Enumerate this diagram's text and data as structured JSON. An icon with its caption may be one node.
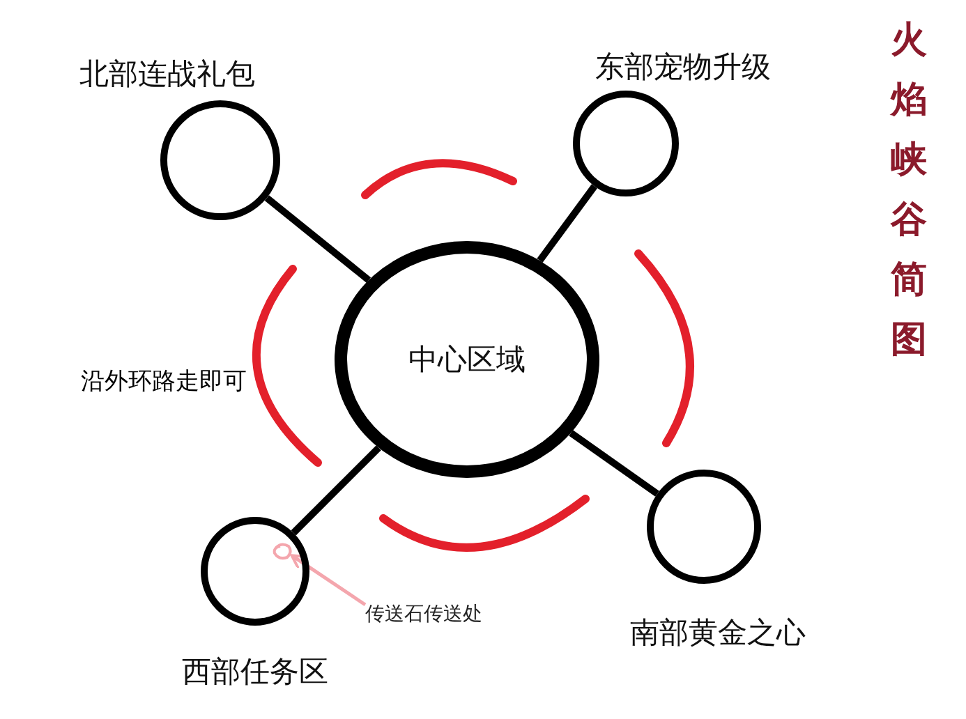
{
  "diagram": {
    "title": "火焰峡谷简图",
    "nodes": [
      {
        "text": [
          "北部连战礼包"
        ]
      },
      {
        "text": [
          "东部宠物升级"
        ]
      },
      {
        "text": [
          "中心区域"
        ]
      },
      {
        "text": [
          "西部任务区"
        ]
      },
      {
        "text": [
          "南部黄金之心"
        ]
      },
      {
        "text": [
          "传送石传送处"
        ]
      },
      {
        "text": [],
        "shape": "circle",
        "in": 3
      }
    ],
    "edges": [
      {
        "from": 0,
        "to": 2,
        "arrow": "none"
      },
      {
        "from": 1,
        "to": 2,
        "arrow": "none"
      },
      {
        "from": 3,
        "to": 2,
        "arrow": "none"
      },
      {
        "from": 4,
        "to": 2,
        "arrow": "none"
      },
      {
        "from": 5,
        "to": 6,
        "arrow": "to",
        "color": "#f4a6ad"
      }
    ],
    "labels": [
      "沿外环路走即可"
    ]
  }
}
